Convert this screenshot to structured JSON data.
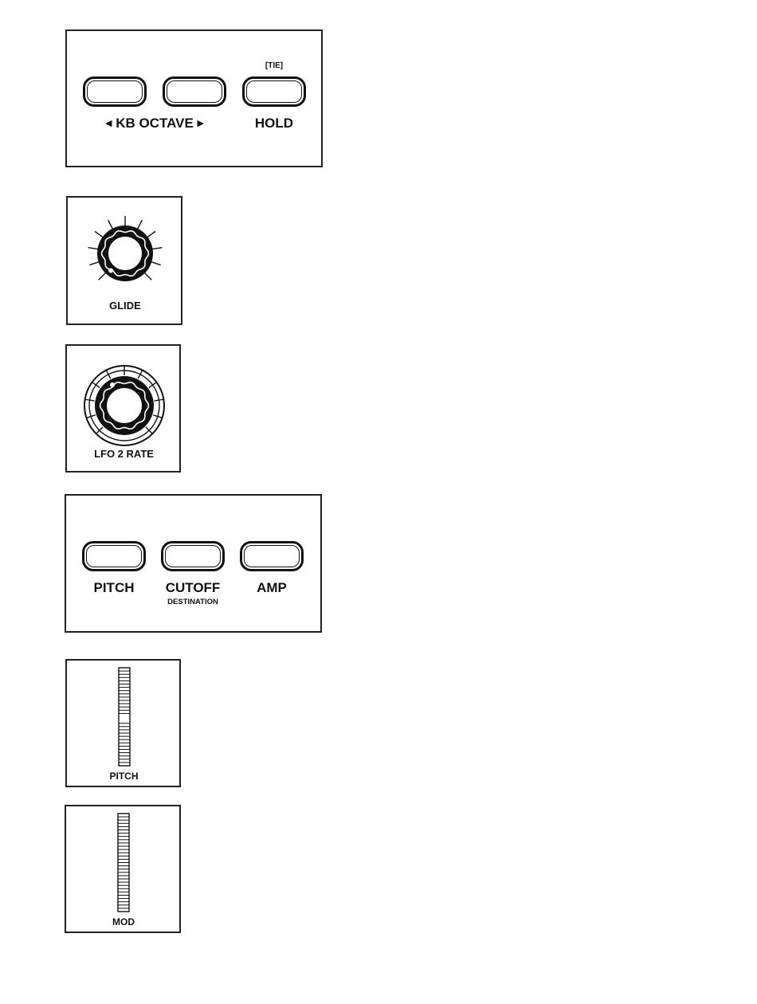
{
  "octave_panel": {
    "tie_label": "[TIE]",
    "kb_octave_left_arrow": "◀",
    "kb_octave_label": "KB OCTAVE",
    "kb_octave_right_arrow": "▶",
    "hold_label": "HOLD"
  },
  "glide_panel": {
    "label": "GLIDE"
  },
  "lfo_panel": {
    "label": "LFO 2 RATE"
  },
  "destination_panel": {
    "pitch_label": "PITCH",
    "cutoff_label": "CUTOFF",
    "amp_label": "AMP",
    "destination_label": "DESTINATION"
  },
  "pitch_wheel_panel": {
    "label": "PITCH"
  },
  "mod_wheel_panel": {
    "label": "MOD"
  }
}
